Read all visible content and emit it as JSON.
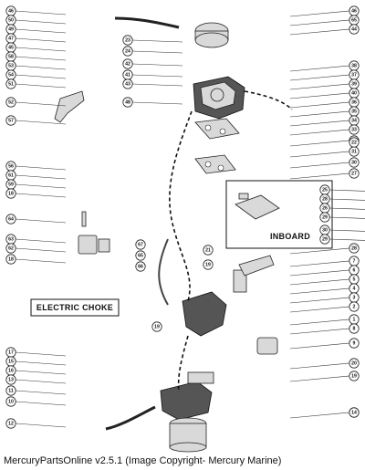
{
  "labels": {
    "electric_choke": "ELECTRIC CHOKE",
    "inboard": "INBOARD"
  },
  "footer": "MercuryPartsOnline v2.5.1 (Image Copyright- Mercury Marine)",
  "callouts_left": [
    "46",
    "50",
    "49",
    "47",
    "45",
    "58",
    "53",
    "54",
    "51",
    "52",
    "57",
    "56",
    "61",
    "59",
    "18",
    "64",
    "63",
    "62",
    "18",
    "17",
    "15",
    "16",
    "13",
    "11",
    "10",
    "12"
  ],
  "callouts_right": [
    "46",
    "65",
    "44",
    "23",
    "24",
    "42",
    "41",
    "43",
    "48",
    "38",
    "37",
    "39",
    "40",
    "36",
    "35",
    "34",
    "33",
    "32",
    "31",
    "30",
    "27",
    "25",
    "28",
    "26",
    "29",
    "30",
    "29",
    "28",
    "7",
    "6",
    "5",
    "4",
    "3",
    "2",
    "1",
    "8",
    "9",
    "20",
    "19",
    "14"
  ],
  "callouts_mid": [
    "22",
    "21",
    "19",
    "66",
    "67",
    "65",
    "14",
    "19"
  ]
}
